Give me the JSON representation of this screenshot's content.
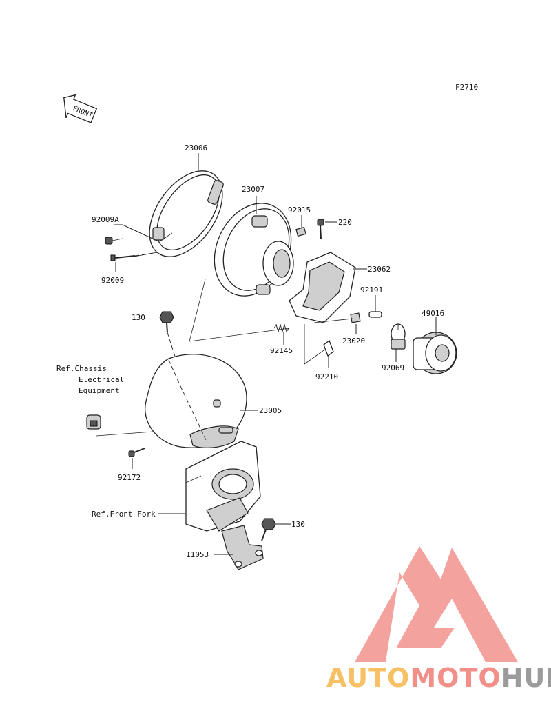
{
  "figure_code": "F2710",
  "front_arrow_label": "FRONT",
  "labels": {
    "p23006": "23006",
    "p23007": "23007",
    "p92015": "92015",
    "p220": "220",
    "p92009A": "92009A",
    "p92009": "92009",
    "p23062": "23062",
    "p92191": "92191",
    "p49016": "49016",
    "p130_top": "130",
    "p92145": "92145",
    "p23020": "23020",
    "p92210": "92210",
    "p92069": "92069",
    "p23005": "23005",
    "p92172": "92172",
    "p130_bottom": "130",
    "p11053": "11053"
  },
  "references": {
    "chassis_line1": "Ref.Chassis",
    "chassis_line2": "Electrical",
    "chassis_line3": "Equipment",
    "front_fork": "Ref.Front Fork"
  },
  "watermark": {
    "part1": "AUTO",
    "part2": "MOTO",
    "part3": "HUB",
    "colors": {
      "auto": "#f6b64a",
      "moto": "#f07c74",
      "hub": "#8a8a8a",
      "triangle": "#f2928c"
    }
  }
}
